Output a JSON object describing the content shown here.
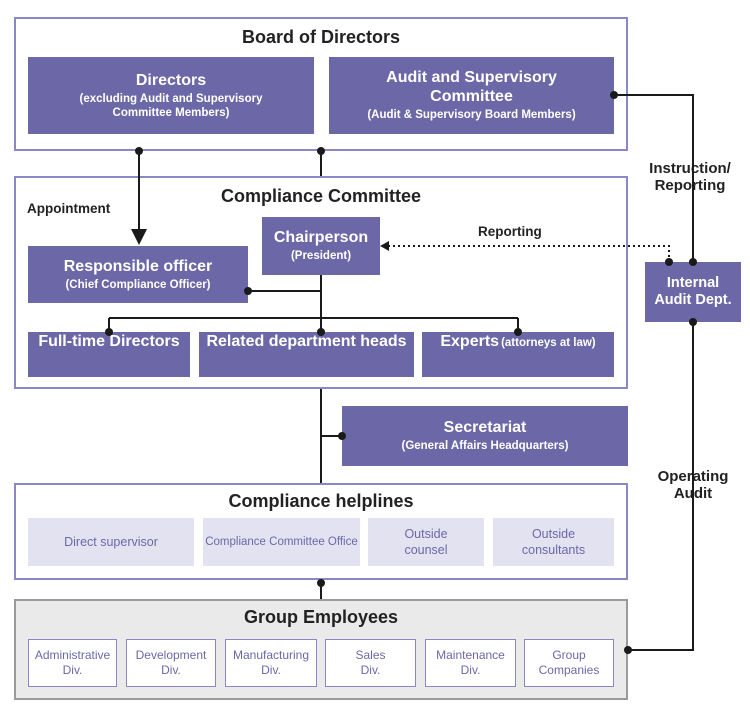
{
  "board": {
    "title": "Board of Directors",
    "directors": {
      "title": "Directors",
      "sub": "(excluding Audit and Supervisory Committee Members)"
    },
    "audit_committee": {
      "title": "Audit and Supervisory Committee",
      "sub": "(Audit & Supervisory Board Members)"
    }
  },
  "compliance_committee": {
    "title": "Compliance Committee",
    "appointment_label": "Appointment",
    "chairperson": {
      "title": "Chairperson",
      "sub": "(President)"
    },
    "responsible_officer": {
      "title": "Responsible officer",
      "sub": "(Chief Compliance Officer)"
    },
    "reporting_label": "Reporting",
    "members": [
      {
        "title": "Full-time Directors",
        "sub": ""
      },
      {
        "title": "Related department heads",
        "sub": ""
      },
      {
        "title": "Experts",
        "sub": "(attorneys at law)"
      }
    ]
  },
  "instruction_label": "Instruction/ Reporting",
  "internal_audit": "Internal Audit Dept.",
  "operating_audit_label": "Operating Audit",
  "secretariat": {
    "title": "Secretariat",
    "sub": "(General Affairs Headquarters)"
  },
  "helplines": {
    "title": "Compliance helplines",
    "items": [
      "Direct supervisor",
      "Compliance Committee Office",
      "Outside counsel",
      "Outside consultants"
    ]
  },
  "employees": {
    "title": "Group Employees",
    "divisions": [
      "Administrative Div.",
      "Development Div.",
      "Manufacturing Div.",
      "Sales Div.",
      "Maintenance Div.",
      "Group Companies"
    ]
  },
  "colors": {
    "primary": "#6c68a8",
    "border": "#8a87c4",
    "light": "#e3e2f1",
    "gray_bg": "#eaeaea",
    "line": "#1a1a1a"
  }
}
